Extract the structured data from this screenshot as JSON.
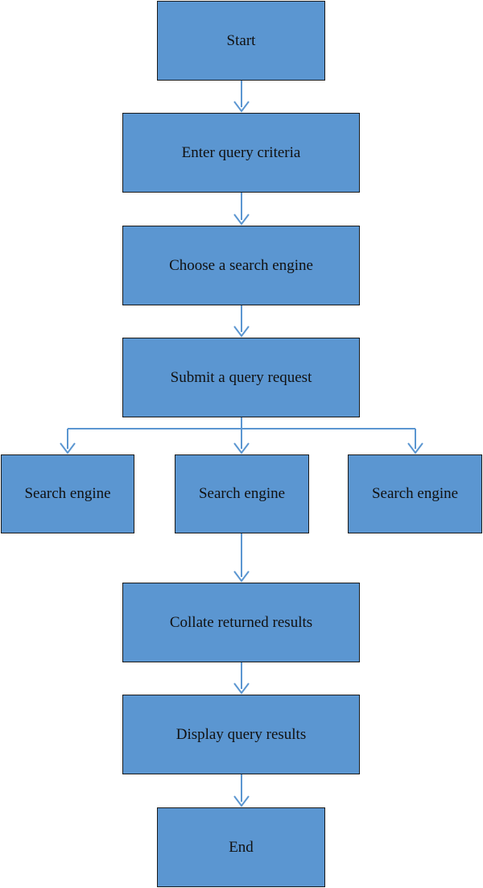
{
  "flowchart": {
    "nodes": {
      "start": "Start",
      "enter_query": "Enter query criteria",
      "choose_engine": "Choose a search engine",
      "submit_request": "Submit a query request",
      "engine_1": "Search engine",
      "engine_2": "Search engine",
      "engine_3": "Search engine",
      "collate": "Collate returned results",
      "display": "Display query results",
      "end": "End"
    },
    "colors": {
      "box_fill": "#5b96d1",
      "box_border": "#1a1a1a",
      "arrow": "#5b96d1"
    }
  }
}
